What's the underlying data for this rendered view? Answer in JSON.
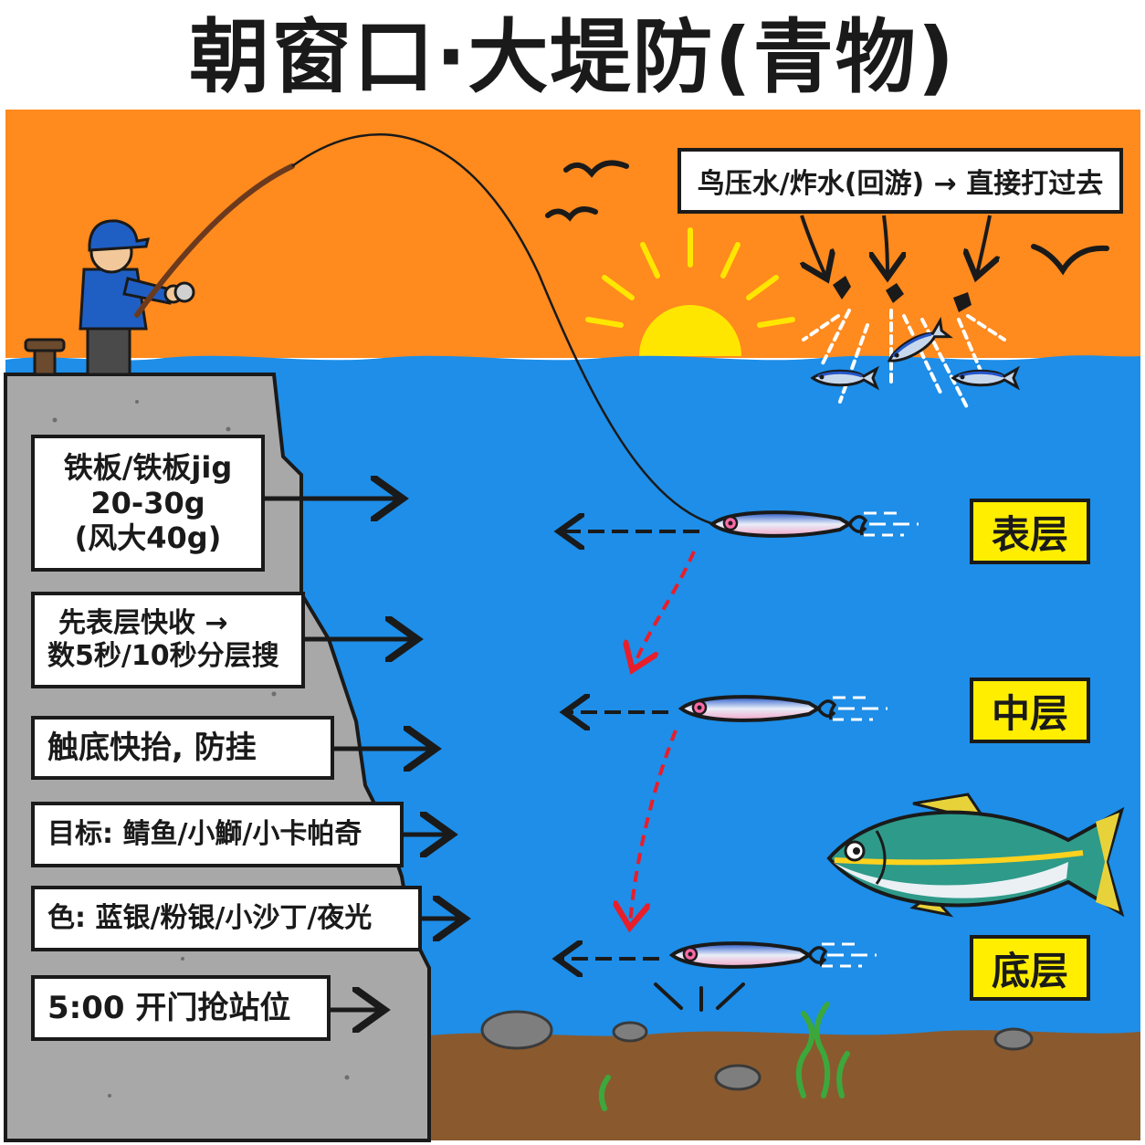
{
  "title": "朝窗口·大堤防(青物)",
  "callout": "鸟压水/炸水(回游) → 直接打过去",
  "layers": {
    "surface": "表层",
    "middle": "中层",
    "bottom": "底层"
  },
  "tips": [
    {
      "lines": [
        "铁板/铁板jig",
        "20-30g",
        "(风大40g)"
      ]
    },
    {
      "lines": [
        "先表层快收 →",
        "数5秒/10秒分层搜"
      ]
    },
    {
      "lines": [
        "触底快抬, 防挂"
      ]
    },
    {
      "lines": [
        "目标: 鲭鱼/小鰤/小卡帕奇"
      ]
    },
    {
      "lines": [
        "色: 蓝银/粉银/小沙丁/夜光"
      ]
    },
    {
      "lines": [
        "5:00 开门抢站位"
      ]
    }
  ],
  "colors": {
    "sky": "#ff8a1e",
    "water": "#1e8ee8",
    "seabed": "#8a5a2e",
    "concrete": "#a8a8a8",
    "sun": "#ffe600",
    "label_bg": "#ffee00",
    "red_arrow": "#e81e2a",
    "outline": "#1a1a1a"
  },
  "icons": [
    "angler-figure",
    "fishing-rod-icon",
    "bollard-icon",
    "sun-icon",
    "bird-icon",
    "baitfish-icon",
    "jig-lure-icon",
    "yellowtail-fish-icon",
    "rock-icon",
    "seaweed-icon"
  ]
}
